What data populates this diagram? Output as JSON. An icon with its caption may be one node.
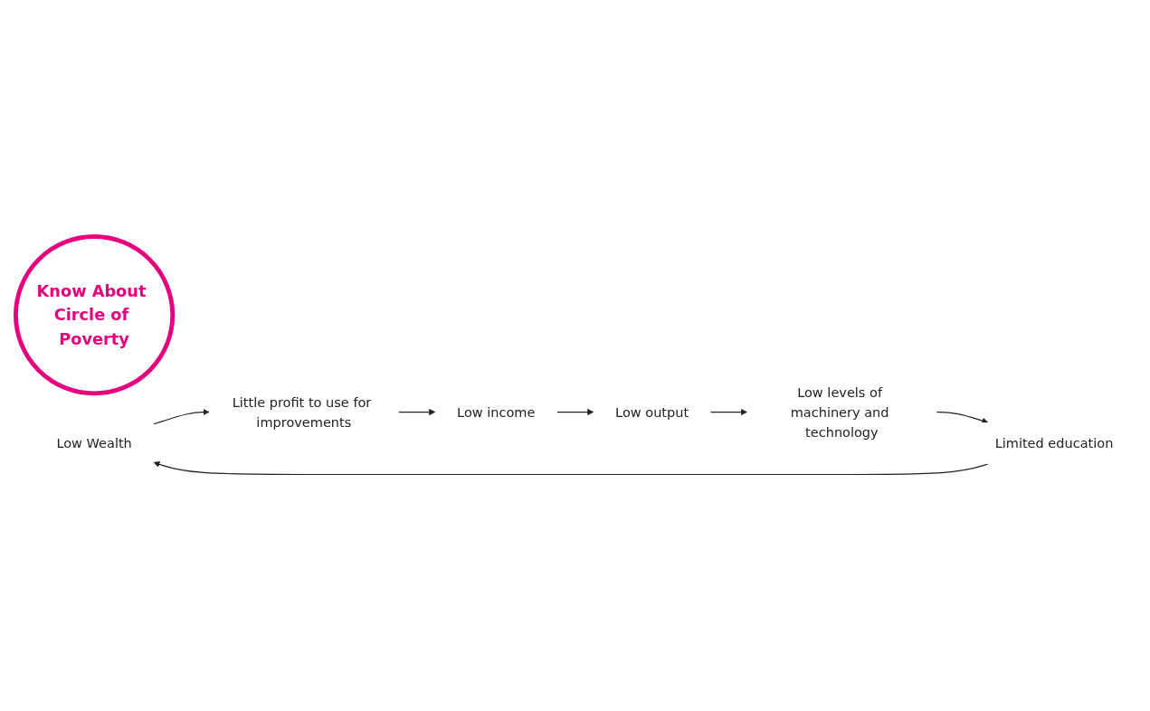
{
  "diagram": {
    "nodes": [
      {
        "text": [
          "Know About Circle of Poverty"
        ]
      },
      {
        "text": [
          "Low Wealth"
        ]
      },
      {
        "text": [
          "Little profit to use for improvements"
        ]
      },
      {
        "text": [
          "Low income"
        ]
      },
      {
        "text": [
          "Low output"
        ]
      },
      {
        "text": [
          "Low levels of machinery and technology"
        ]
      },
      {
        "text": [
          "Limited education"
        ]
      }
    ],
    "edges": [
      {
        "from": 1,
        "to": 2,
        "arrow": "to"
      },
      {
        "from": 2,
        "to": 3,
        "arrow": "to"
      },
      {
        "from": 3,
        "to": 4,
        "arrow": "to"
      },
      {
        "from": 4,
        "to": 5,
        "arrow": "to"
      },
      {
        "from": 5,
        "to": 6,
        "arrow": "to"
      },
      {
        "from": 6,
        "to": 1,
        "arrow": "to"
      }
    ]
  }
}
